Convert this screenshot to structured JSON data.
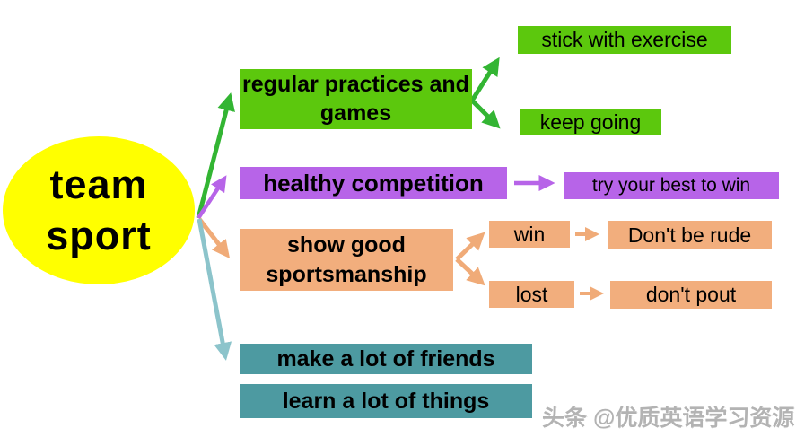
{
  "page": {
    "background": "#FFFFFF"
  },
  "root": {
    "line1": "team",
    "line2": "sport",
    "fill_color": "#FFFF00",
    "text_color": "#000000"
  },
  "branches": {
    "practices": {
      "label": "regular practices and games",
      "fill_color": "#5CC80D"
    },
    "stick": {
      "label": "stick with exercise",
      "fill_color": "#5CC80D"
    },
    "keep": {
      "label": "keep going",
      "fill_color": "#5CC80D"
    },
    "healthy": {
      "label": "healthy competition",
      "fill_color": "#B764E8"
    },
    "try_best": {
      "label": "try your best to win",
      "fill_color": "#B764E8"
    },
    "sportsmanship": {
      "label": "show good sportsmanship",
      "fill_color": "#F2AE7D"
    },
    "win": {
      "label": "win",
      "fill_color": "#F2AE7D"
    },
    "rude": {
      "label": "Don't be rude",
      "fill_color": "#F2AE7D"
    },
    "lost": {
      "label": "lost",
      "fill_color": "#F2AE7D"
    },
    "pout": {
      "label": "don't pout",
      "fill_color": "#F2AE7D"
    },
    "friends": {
      "label": "make a lot of friends",
      "fill_color": "#4D9AA1"
    },
    "things": {
      "label": "learn a lot of things",
      "fill_color": "#4D9AA1"
    }
  },
  "arrow_colors": {
    "green": "#33B533",
    "purple": "#B764E8",
    "orange": "#F0AB78",
    "teal": "#8CC4CB"
  },
  "watermark": {
    "text": "头条 @优质英语学习资源",
    "color": "#B3B3B3"
  }
}
